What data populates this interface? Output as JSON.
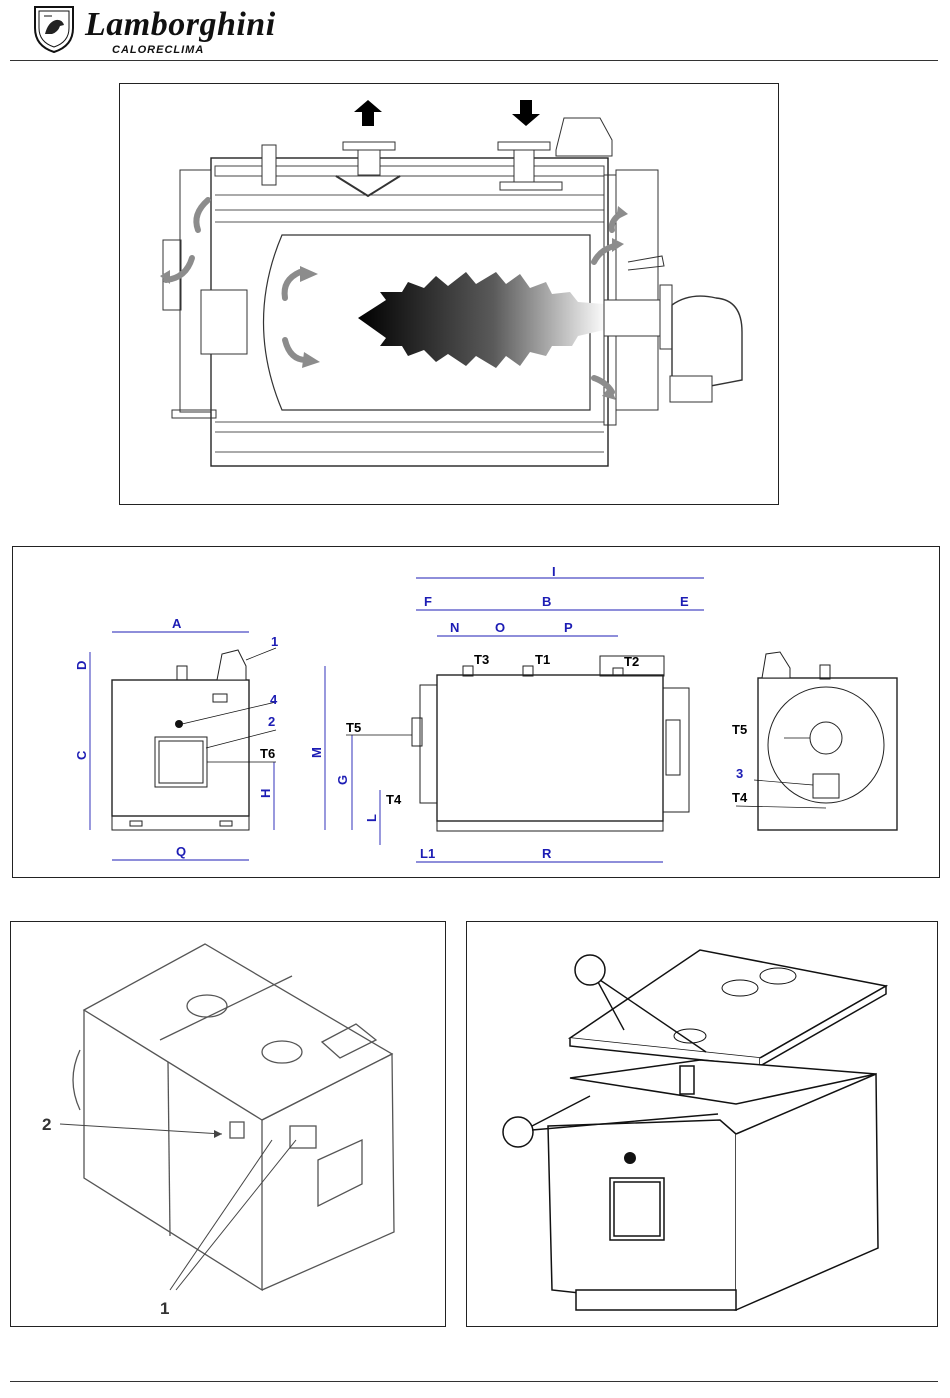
{
  "header": {
    "brand_name": "Lamborghini",
    "brand_sub": "CALORECLIMA"
  },
  "dimensions_panel": {
    "letters": [
      "A",
      "B",
      "C",
      "D",
      "E",
      "F",
      "G",
      "H",
      "I",
      "L",
      "L1",
      "M",
      "N",
      "O",
      "P",
      "Q",
      "R"
    ],
    "connections": [
      "T1",
      "T2",
      "T3",
      "T4",
      "T5",
      "T6"
    ],
    "callouts": [
      "1",
      "2",
      "3",
      "4"
    ]
  },
  "iso_panel_left": {
    "callouts": [
      "2",
      "1"
    ]
  },
  "colors": {
    "dimension_text": "#1c1cb4",
    "airflow_arrows": "#8c8c8c",
    "outline": "#222222"
  }
}
